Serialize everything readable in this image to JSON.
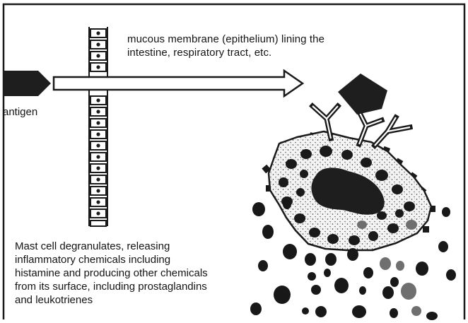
{
  "labels": {
    "membrane": {
      "line1": "mucous membrane (epithelium) lining the",
      "line2": "intestine, respiratory tract, etc."
    },
    "antigen": "antigen",
    "caption": {
      "line1": "Mast cell degranulates, releasing",
      "line2": "inflammatory chemicals including",
      "line3": "histamine and producing other chemicals",
      "line4": "from its surface, including prostaglandins",
      "line5": "and leukotrienes"
    }
  },
  "colors": {
    "background": "#ffffff",
    "ink": "#141414",
    "frame": "#1a1a1a",
    "cell_fill": "#ffffff",
    "cytoplasm_fill": "#f4f4f4",
    "nucleus_fill": "#1e1e1e",
    "granule_dark": "#181818",
    "granule_grey": "#6f6f6f"
  }
}
